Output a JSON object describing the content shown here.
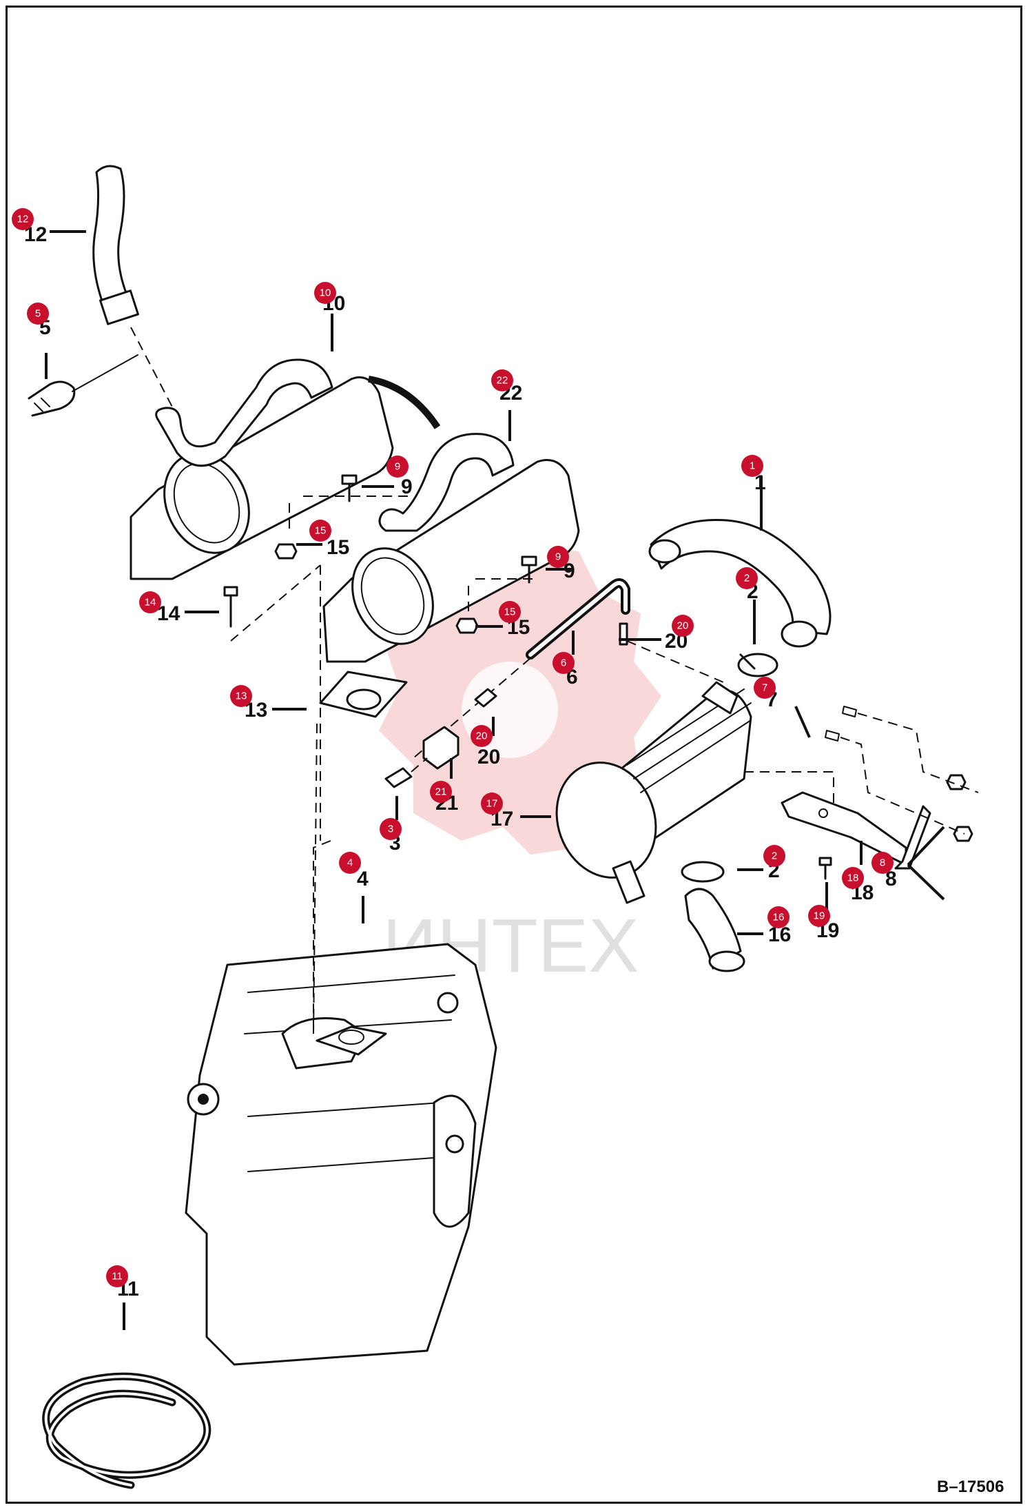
{
  "watermark": {
    "text": "ИНТЕХ"
  },
  "reference_code": "B–17506",
  "accent_color": "#c8102e",
  "callouts": [
    {
      "id": "1",
      "label": "1"
    },
    {
      "id": "2a",
      "label": "2"
    },
    {
      "id": "2b",
      "label": "2"
    },
    {
      "id": "3",
      "label": "3"
    },
    {
      "id": "4",
      "label": "4"
    },
    {
      "id": "5",
      "label": "5"
    },
    {
      "id": "6",
      "label": "6"
    },
    {
      "id": "7",
      "label": "7"
    },
    {
      "id": "8a",
      "label": "8"
    },
    {
      "id": "9a",
      "label": "9"
    },
    {
      "id": "9b",
      "label": "9"
    },
    {
      "id": "10",
      "label": "10"
    },
    {
      "id": "11",
      "label": "11"
    },
    {
      "id": "12",
      "label": "12"
    },
    {
      "id": "13",
      "label": "13"
    },
    {
      "id": "14",
      "label": "14"
    },
    {
      "id": "15a",
      "label": "15"
    },
    {
      "id": "15b",
      "label": "15"
    },
    {
      "id": "16",
      "label": "16"
    },
    {
      "id": "17",
      "label": "17"
    },
    {
      "id": "18",
      "label": "18"
    },
    {
      "id": "19",
      "label": "19"
    },
    {
      "id": "20a",
      "label": "20"
    },
    {
      "id": "20b",
      "label": "20"
    },
    {
      "id": "21",
      "label": "21"
    },
    {
      "id": "22",
      "label": "22"
    }
  ],
  "badges": [
    {
      "id": "b1",
      "label": "1"
    },
    {
      "id": "b2a",
      "label": "2"
    },
    {
      "id": "b2b",
      "label": "2"
    },
    {
      "id": "b3",
      "label": "3"
    },
    {
      "id": "b4",
      "label": "4"
    },
    {
      "id": "b5",
      "label": "5"
    },
    {
      "id": "b6",
      "label": "6"
    },
    {
      "id": "b7",
      "label": "7"
    },
    {
      "id": "b8",
      "label": "8"
    },
    {
      "id": "b9a",
      "label": "9"
    },
    {
      "id": "b9b",
      "label": "9"
    },
    {
      "id": "b10",
      "label": "10"
    },
    {
      "id": "b11",
      "label": "11"
    },
    {
      "id": "b12",
      "label": "12"
    },
    {
      "id": "b13",
      "label": "13"
    },
    {
      "id": "b14",
      "label": "14"
    },
    {
      "id": "b15a",
      "label": "15"
    },
    {
      "id": "b15b",
      "label": "15"
    },
    {
      "id": "b16",
      "label": "16"
    },
    {
      "id": "b17",
      "label": "17"
    },
    {
      "id": "b18",
      "label": "18"
    },
    {
      "id": "b19",
      "label": "19"
    },
    {
      "id": "b20a",
      "label": "20"
    },
    {
      "id": "b20b",
      "label": "20"
    },
    {
      "id": "b21",
      "label": "21"
    },
    {
      "id": "b22",
      "label": "22"
    }
  ]
}
